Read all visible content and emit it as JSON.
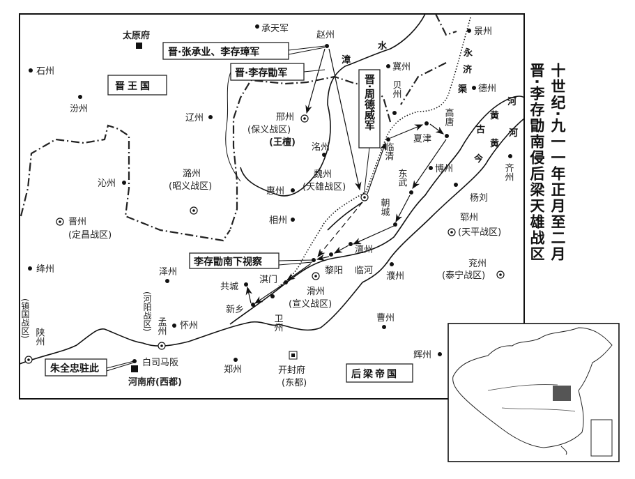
{
  "title": {
    "line1": "十世纪·九一一年正月至二月",
    "line2": "晋·李存勖南侵后梁天雄战区"
  },
  "regions": {
    "jin": "晋王国",
    "houliang": "后梁帝国"
  },
  "armies": {
    "zhang_li": "晋·张承业、李存璋军",
    "li_cunxu": "晋·李存勖军",
    "zhou_dewei": "晋·周德威军",
    "inspection": "李存勖南下视察",
    "zhu_quanzhong": "朱全忠驻此"
  },
  "rivers": {
    "zhang1": "漳",
    "zhang2": "水",
    "yong1": "永",
    "yong2": "济",
    "yong3": "渠",
    "gu1": "河",
    "gu2": "黄",
    "gu3": "古",
    "gu4": "黄",
    "gu5": "河",
    "jin": "今"
  },
  "places": {
    "taiyuan": "太原府",
    "chengtian": "承天军",
    "zhao": "赵州",
    "shi": "石州",
    "fen": "汾州",
    "liao": "辽州",
    "ji": "冀州",
    "jing": "景州",
    "de": "德州",
    "bei": "贝州",
    "xing": "邢州",
    "xing_sub": "(保义战区)",
    "wang_tan": "(王檀)",
    "ming": "洺州",
    "linqing": "临清",
    "xiajin": "夏津",
    "gaotang": "高唐",
    "bo": "博州",
    "dongwu": "东武",
    "wei": "魏州",
    "wei_sub": "(天雄战区)",
    "hui": "惠州",
    "qin": "沁州",
    "lu": "潞州",
    "lu_sub": "(昭义战区)",
    "chaocheng": "朝城",
    "yangliu": "杨刘",
    "qi": "齐州",
    "yun": "郓州",
    "yun_sub": "(天平战区)",
    "xiang": "相州",
    "jinzhou": "晋州",
    "jinzhou_sub": "(定昌战区)",
    "chan": "澶州",
    "liyang": "黎阳",
    "linhe": "临河",
    "jiang": "绛州",
    "ze": "泽州",
    "qimen": "淇门",
    "gongcheng": "共城",
    "xinxiang": "新乡",
    "weizhou": "卫州",
    "hua": "滑州",
    "hua_sub": "(宣义战区)",
    "pu": "濮州",
    "yan": "兖州",
    "yan_sub": "(泰宁战区)",
    "cao": "曹州",
    "huai": "怀州",
    "heyang_sub": "(河阳战区)",
    "meng": "孟州",
    "zhenguo_sub": "(镇国战区)",
    "shan": "陕州",
    "baisima": "白司马阪",
    "henan": "河南府(西都)",
    "zheng": "郑州",
    "kaifeng": "开封府",
    "kaifeng_sub": "(东都)",
    "hui2": "辉州"
  }
}
